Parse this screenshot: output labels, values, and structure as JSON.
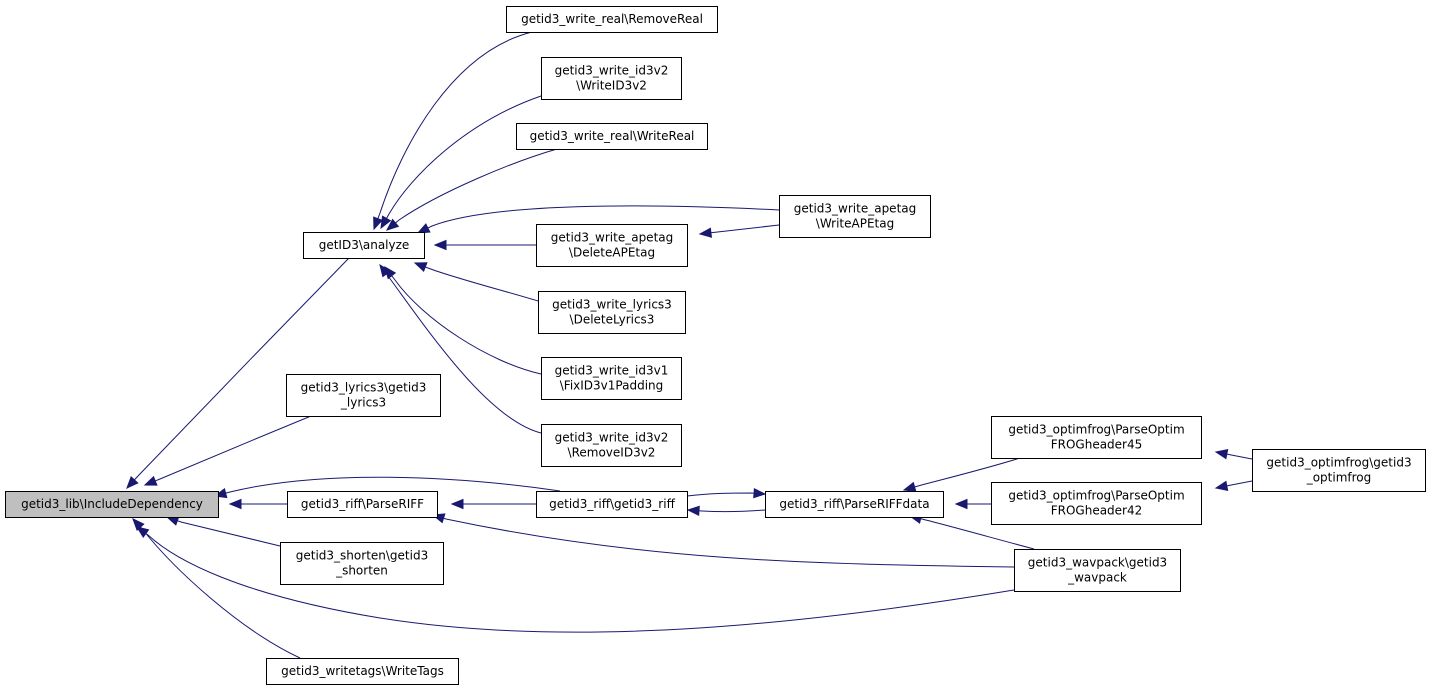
{
  "diagram": {
    "nodes": [
      {
        "id": "include_dependency",
        "label": [
          "getid3_lib\\IncludeDependency"
        ],
        "root": true
      },
      {
        "id": "analyze",
        "label": [
          "getID3\\analyze"
        ]
      },
      {
        "id": "lyrics3",
        "label": [
          "getid3_lyrics3\\getid3",
          "_lyrics3"
        ]
      },
      {
        "id": "parse_riff",
        "label": [
          "getid3_riff\\ParseRIFF"
        ]
      },
      {
        "id": "shorten",
        "label": [
          "getid3_shorten\\getid3",
          "_shorten"
        ]
      },
      {
        "id": "write_tags",
        "label": [
          "getid3_writetags\\WriteTags"
        ]
      },
      {
        "id": "remove_real",
        "label": [
          "getid3_write_real\\RemoveReal"
        ]
      },
      {
        "id": "write_id3v2",
        "label": [
          "getid3_write_id3v2",
          "\\WriteID3v2"
        ]
      },
      {
        "id": "write_real",
        "label": [
          "getid3_write_real\\WriteReal"
        ]
      },
      {
        "id": "delete_apetag",
        "label": [
          "getid3_write_apetag",
          "\\DeleteAPEtag"
        ]
      },
      {
        "id": "delete_lyrics3",
        "label": [
          "getid3_write_lyrics3",
          "\\DeleteLyrics3"
        ]
      },
      {
        "id": "fix_id3v1",
        "label": [
          "getid3_write_id3v1",
          "\\FixID3v1Padding"
        ]
      },
      {
        "id": "remove_id3v2",
        "label": [
          "getid3_write_id3v2",
          "\\RemoveID3v2"
        ]
      },
      {
        "id": "riff_getid3_riff",
        "label": [
          "getid3_riff\\getid3_riff"
        ]
      },
      {
        "id": "write_apetag",
        "label": [
          "getid3_write_apetag",
          "\\WriteAPEtag"
        ]
      },
      {
        "id": "parse_riff_data",
        "label": [
          "getid3_riff\\ParseRIFFdata"
        ]
      },
      {
        "id": "optimfrog45",
        "label": [
          "getid3_optimfrog\\ParseOptim",
          "FROGheader45"
        ]
      },
      {
        "id": "optimfrog42",
        "label": [
          "getid3_optimfrog\\ParseOptim",
          "FROGheader42"
        ]
      },
      {
        "id": "wavpack",
        "label": [
          "getid3_wavpack\\getid3",
          "_wavpack"
        ]
      },
      {
        "id": "optimfrog",
        "label": [
          "getid3_optimfrog\\getid3",
          "_optimfrog"
        ]
      }
    ],
    "edges": [
      {
        "from": "analyze",
        "to": "include_dependency"
      },
      {
        "from": "lyrics3",
        "to": "include_dependency"
      },
      {
        "from": "riff_getid3_riff",
        "to": "include_dependency"
      },
      {
        "from": "parse_riff",
        "to": "include_dependency"
      },
      {
        "from": "shorten",
        "to": "include_dependency"
      },
      {
        "from": "wavpack",
        "to": "include_dependency"
      },
      {
        "from": "write_tags",
        "to": "include_dependency"
      },
      {
        "from": "remove_real",
        "to": "analyze"
      },
      {
        "from": "write_id3v2",
        "to": "analyze"
      },
      {
        "from": "write_real",
        "to": "analyze"
      },
      {
        "from": "write_apetag",
        "to": "analyze"
      },
      {
        "from": "delete_apetag",
        "to": "analyze"
      },
      {
        "from": "delete_lyrics3",
        "to": "analyze"
      },
      {
        "from": "fix_id3v1",
        "to": "analyze"
      },
      {
        "from": "remove_id3v2",
        "to": "analyze"
      },
      {
        "from": "write_apetag",
        "to": "delete_apetag"
      },
      {
        "from": "riff_getid3_riff",
        "to": "parse_riff"
      },
      {
        "from": "wavpack",
        "to": "parse_riff"
      },
      {
        "from": "parse_riff_data",
        "to": "riff_getid3_riff"
      },
      {
        "from": "riff_getid3_riff",
        "to": "parse_riff_data"
      },
      {
        "from": "optimfrog45",
        "to": "parse_riff_data"
      },
      {
        "from": "optimfrog42",
        "to": "parse_riff_data"
      },
      {
        "from": "wavpack",
        "to": "parse_riff_data"
      },
      {
        "from": "optimfrog",
        "to": "optimfrog45"
      },
      {
        "from": "optimfrog",
        "to": "optimfrog42"
      }
    ]
  }
}
